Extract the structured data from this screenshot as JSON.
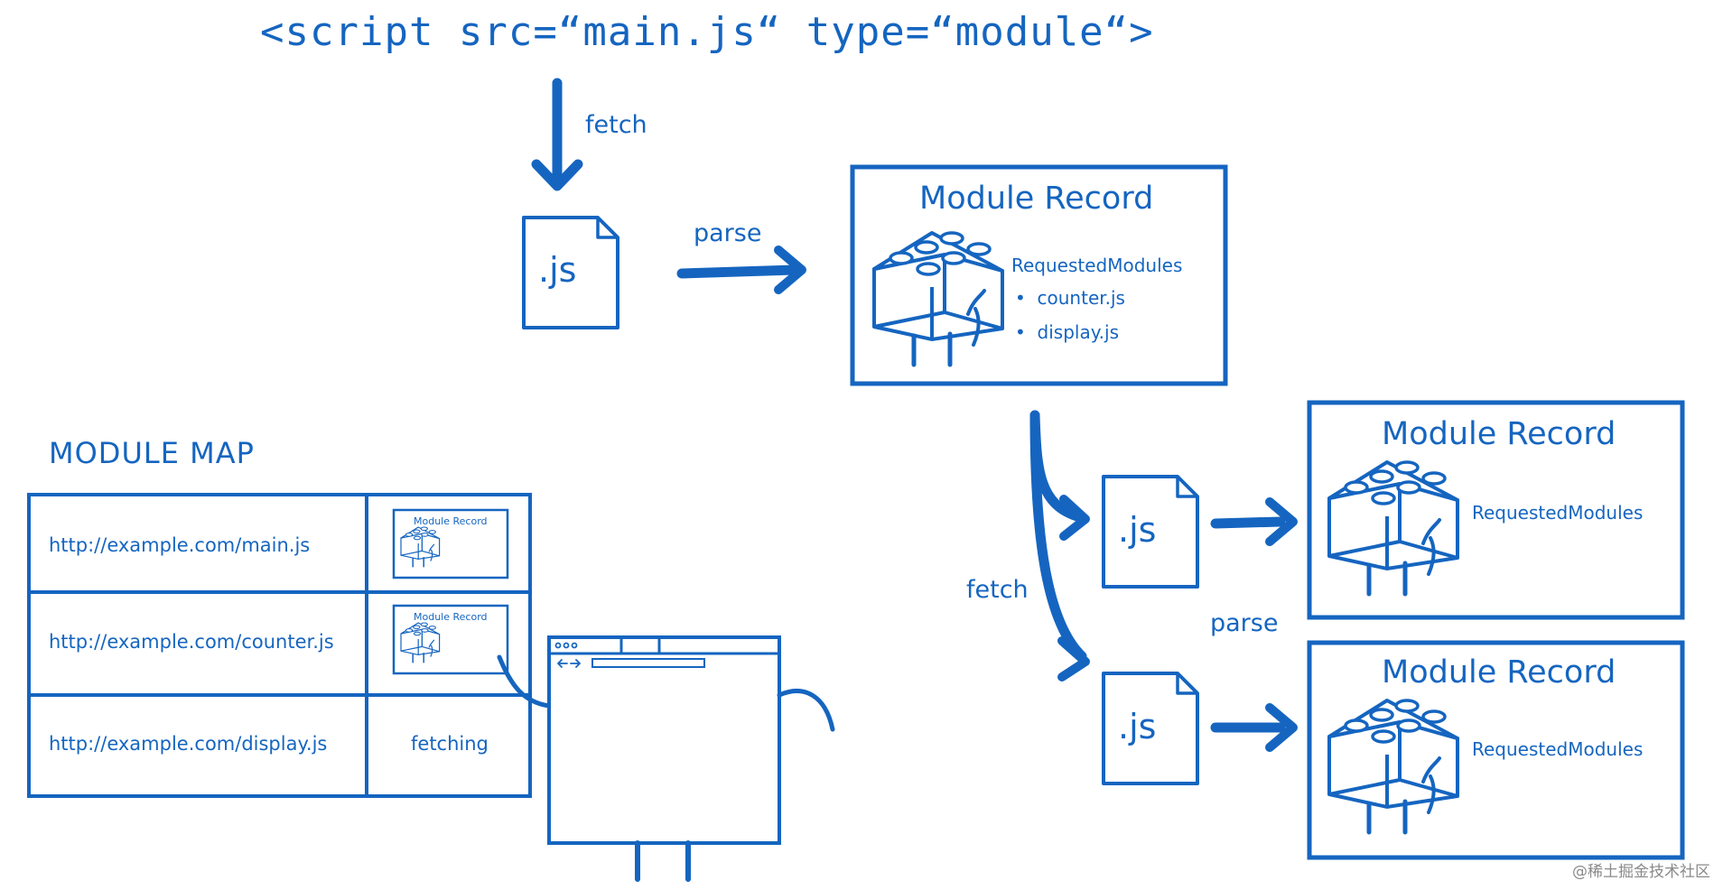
{
  "script_tag": "<script  src=“main.js“  type=“module“>",
  "labels": {
    "fetch_top": "fetch",
    "parse_top": "parse",
    "fetch_side": "fetch",
    "parse_side": "parse"
  },
  "js_file_label": ".js",
  "module_record": {
    "title": "Module Record",
    "requested_label": "RequestedModules",
    "main_requested": [
      "counter.js",
      "display.js"
    ]
  },
  "module_map": {
    "title": "MODULE MAP",
    "mini_record_title": "Module Record",
    "rows": [
      {
        "url": "http://example.com/main.js",
        "status": ""
      },
      {
        "url": "http://example.com/counter.js",
        "status": ""
      },
      {
        "url": "http://example.com/display.js",
        "status": "fetching"
      }
    ]
  },
  "watermark": "@稀土掘金技术社区",
  "colors": {
    "ink": "#1565c0",
    "background": "#ffffff",
    "watermark": "#8a8a8a"
  }
}
